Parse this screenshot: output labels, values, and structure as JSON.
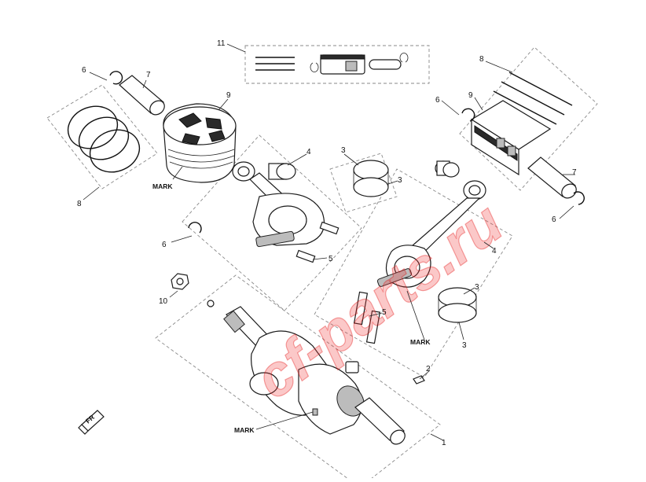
{
  "watermark": "cf-parts.ru",
  "callouts": {
    "c11": "11",
    "c6_top_left": "6",
    "c7_top_left": "7",
    "c9_left": "9",
    "c8_left": "8",
    "c6_mid_left": "6",
    "c10": "10",
    "c4_left": "4",
    "c3_top_a": "3",
    "c3_top_b": "3",
    "c5_left": "5",
    "c8_right": "8",
    "c6_right_top": "6",
    "c9_right": "9",
    "c7_right": "7",
    "c6_right_bottom": "6",
    "c4_right": "4",
    "c3_right_a": "3",
    "c3_right_b": "3",
    "c5_right": "5",
    "c2": "2",
    "c1": "1"
  },
  "marks": {
    "mark_piston": "MARK",
    "mark_rod": "MARK",
    "mark_crank": "MARK"
  },
  "colors": {
    "line": "#1b1b1b",
    "dashed_box": "#8a8a8a",
    "watermark": "#e10000"
  },
  "icons": {
    "front_arrow": "front-direction-arrow-icon"
  }
}
